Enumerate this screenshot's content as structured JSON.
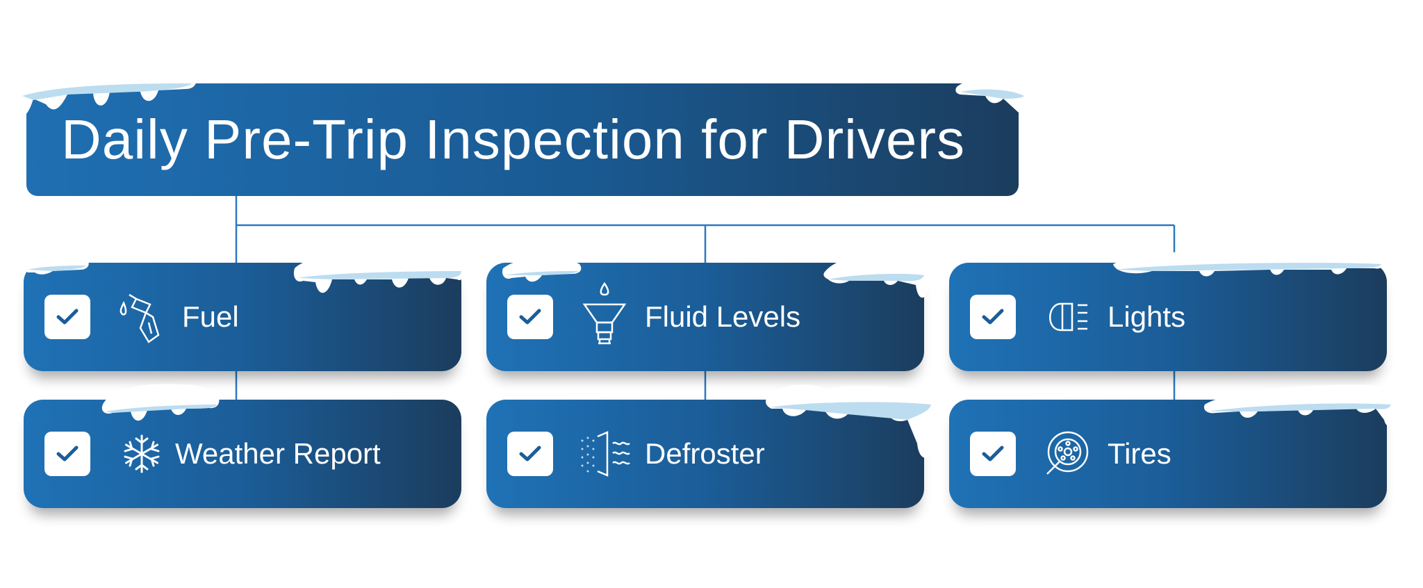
{
  "title": "Daily Pre-Trip Inspection for Drivers",
  "colors": {
    "gradient_start": "#1f72b6",
    "gradient_end": "#1b3d5e",
    "connector": "#2a78c0",
    "snow": "#ffffff",
    "snow_shade": "#bcdcf0"
  },
  "items": [
    {
      "label": "Fuel",
      "icon": "fuel-pump-icon",
      "checked": true
    },
    {
      "label": "Fluid Levels",
      "icon": "fluid-funnel-icon",
      "checked": true
    },
    {
      "label": "Lights",
      "icon": "headlight-icon",
      "checked": true
    },
    {
      "label": "Weather Report",
      "icon": "snowflake-icon",
      "checked": true
    },
    {
      "label": "Defroster",
      "icon": "defroster-icon",
      "checked": true
    },
    {
      "label": "Tires",
      "icon": "tire-icon",
      "checked": true
    }
  ]
}
